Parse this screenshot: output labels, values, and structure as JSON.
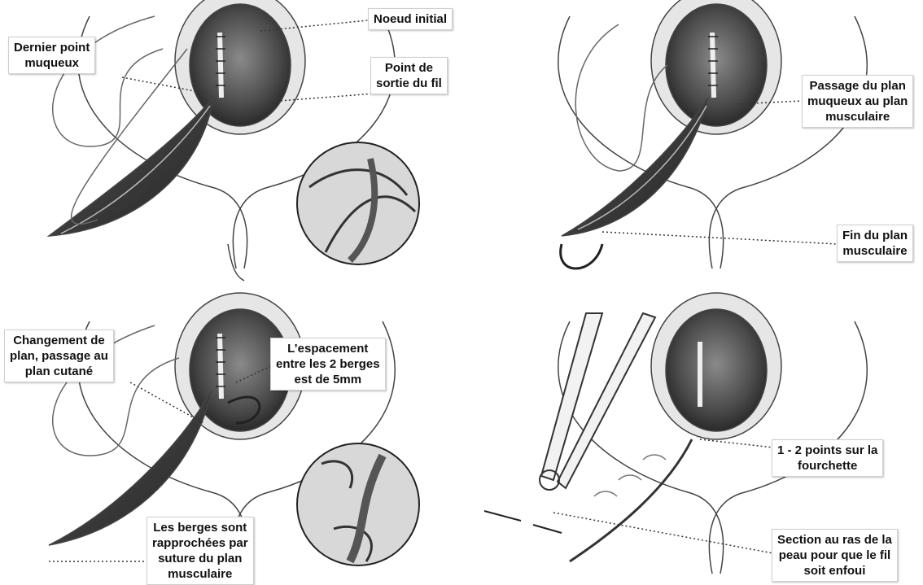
{
  "labels": {
    "noeud_initial": "Noeud initial",
    "dernier_point": "Dernier point\nmuqueux",
    "point_sortie": "Point de\nsortie du fil",
    "passage_plan": "Passage du plan\nmuqueux au plan\nmusculaire",
    "fin_plan": "Fin du plan\nmusculaire",
    "changement_plan": "Changement de\nplan, passage au\nplan cutané",
    "espacement": "L’espacement\nentre les 2 berges\nest de 5mm",
    "berges": "Les berges sont\nrapprochées par\nsuture du plan\nmusculaire",
    "points_fourchette": "1 - 2 points sur la\nfourchette",
    "section": "Section au ras de la\npeau pour que le fil\nsoit enfoui"
  }
}
